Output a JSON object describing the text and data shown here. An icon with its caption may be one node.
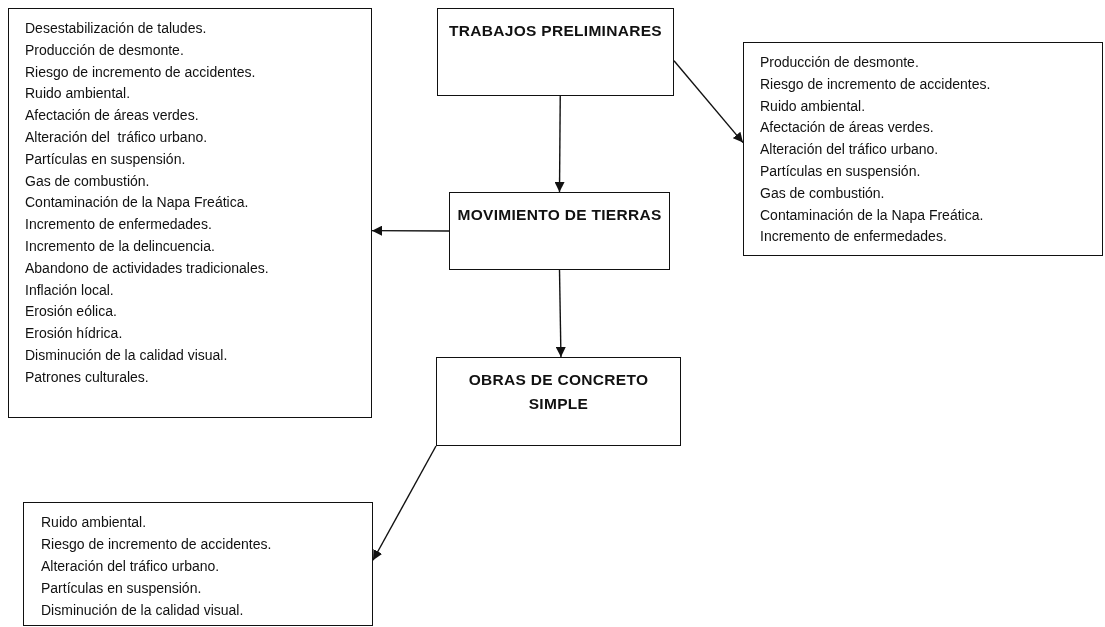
{
  "diagram": {
    "nodes": [
      {
        "text": [
          "Desestabilización de taludes.",
          "Producción de desmonte.",
          "Riesgo de incremento de accidentes.",
          "Ruido ambiental.",
          "Afectación de áreas verdes.",
          "Alteración del  tráfico urbano.",
          "Partículas en suspensión.",
          "Gas de combustión.",
          "Contaminación de la Napa Freática.",
          "Incremento de enfermedades.",
          "Incremento de la delincuencia.",
          "Abandono de actividades tradicionales.",
          "Inflación local.",
          "Erosión eólica.",
          "Erosión hídrica.",
          "Disminución de la calidad visual.",
          "Patrones culturales."
        ]
      },
      {
        "text": [
          "TRABAJOS PRELIMINARES"
        ]
      },
      {
        "text": [
          "Producción de desmonte.",
          "Riesgo de incremento de accidentes.",
          "Ruido ambiental.",
          "Afectación de áreas verdes.",
          "Alteración del tráfico urbano.",
          "Partículas en suspensión.",
          "Gas de combustión.",
          "Contaminación de la Napa Freática.",
          "Incremento de enfermedades."
        ]
      },
      {
        "text": [
          "MOVIMIENTO DE TIERRAS"
        ]
      },
      {
        "text": [
          "OBRAS DE CONCRETO SIMPLE"
        ]
      },
      {
        "text": [
          "Ruido ambiental.",
          "Riesgo de incremento de accidentes.",
          "Alteración del tráfico urbano.",
          "Partículas en suspensión.",
          "Disminución de la calidad visual."
        ]
      }
    ],
    "edges": [
      {
        "from": 1,
        "to": 2,
        "arrow": "to"
      },
      {
        "from": 1,
        "to": 3,
        "arrow": "to"
      },
      {
        "from": 3,
        "to": 0,
        "arrow": "to"
      },
      {
        "from": 3,
        "to": 4,
        "arrow": "to"
      },
      {
        "from": 4,
        "to": 5,
        "arrow": "to"
      }
    ]
  }
}
